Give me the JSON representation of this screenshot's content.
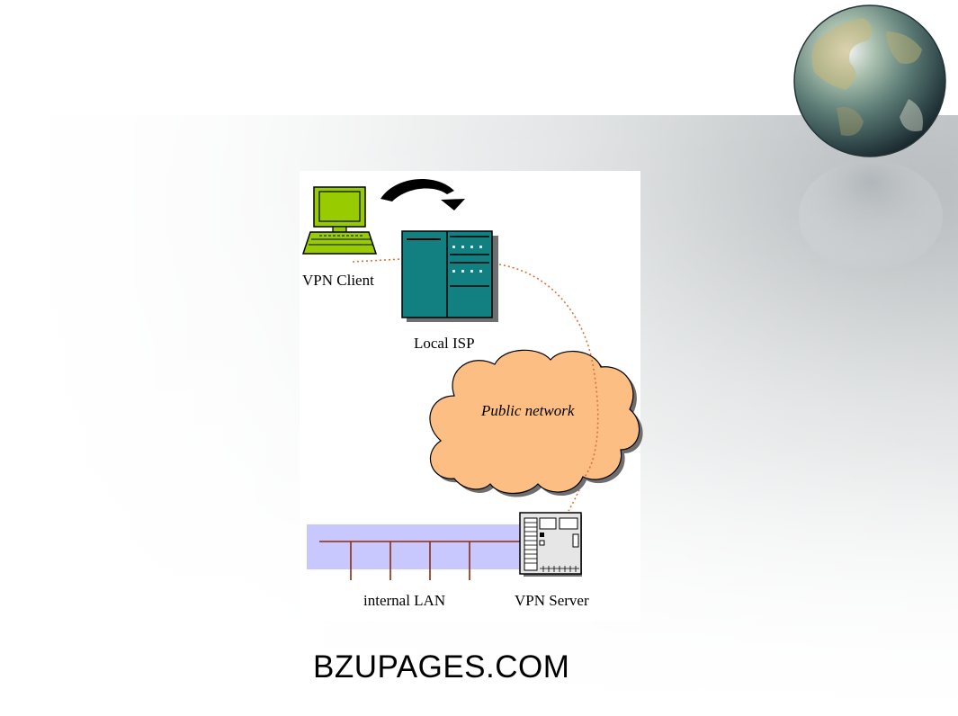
{
  "labels": {
    "vpn_client": "VPN Client",
    "local_isp": "Local ISP",
    "public_network": "Public network",
    "internal_lan": "internal LAN",
    "vpn_server": "VPN Server"
  },
  "footer": "BZUPAGES.COM",
  "colors": {
    "client_pc": "#99cc00",
    "isp_server": "#128080",
    "cloud": "#fcbe82",
    "lan_panel": "#c8c8ff",
    "link_dots": "#d9733a",
    "lan_wire": "#8b2a0d"
  },
  "icons": [
    "globe-icon",
    "computer-icon",
    "curved-arrow-icon",
    "server-rack-icon",
    "cloud-icon",
    "server-tower-icon"
  ]
}
